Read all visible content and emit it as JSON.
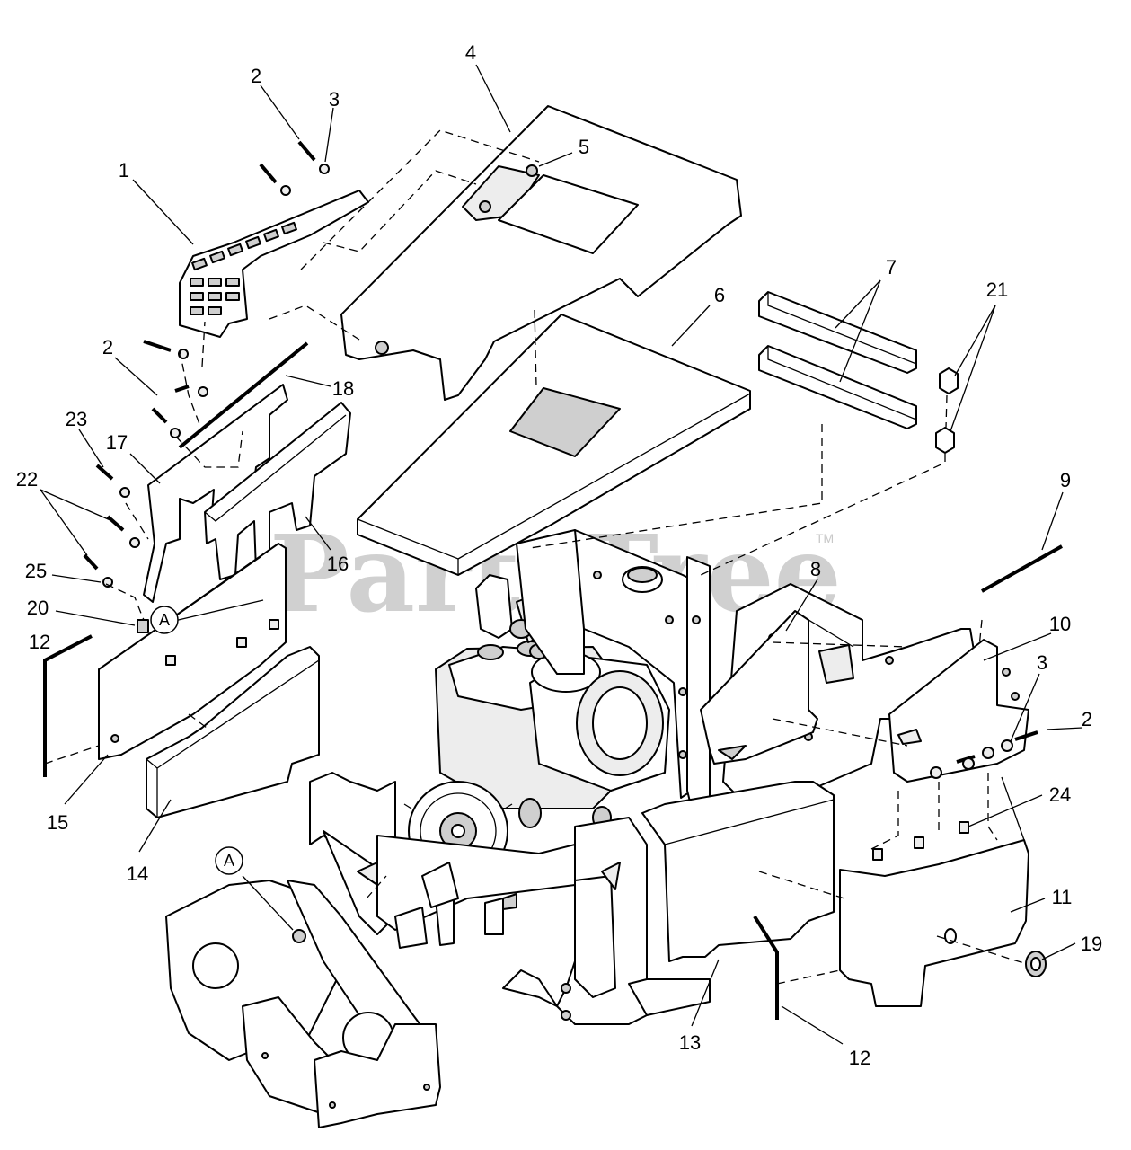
{
  "watermark": {
    "text": "PartsTree",
    "trademark": "TM"
  },
  "reference_marker": {
    "letter": "A"
  },
  "callouts": {
    "c1": "1",
    "c2a": "2",
    "c3a": "3",
    "c4": "4",
    "c5": "5",
    "c6": "6",
    "c2b": "2",
    "c7": "7",
    "c21": "21",
    "c18": "18",
    "c23": "23",
    "c17": "17",
    "c22": "22",
    "c16": "16",
    "c25": "25",
    "c9": "9",
    "c8": "8",
    "c20": "20",
    "c10": "10",
    "c12a": "12",
    "c3b": "3",
    "c2c": "2",
    "c15": "15",
    "c14": "14",
    "c24": "24",
    "c11": "11",
    "c19": "19",
    "c13": "13",
    "c12b": "12"
  }
}
